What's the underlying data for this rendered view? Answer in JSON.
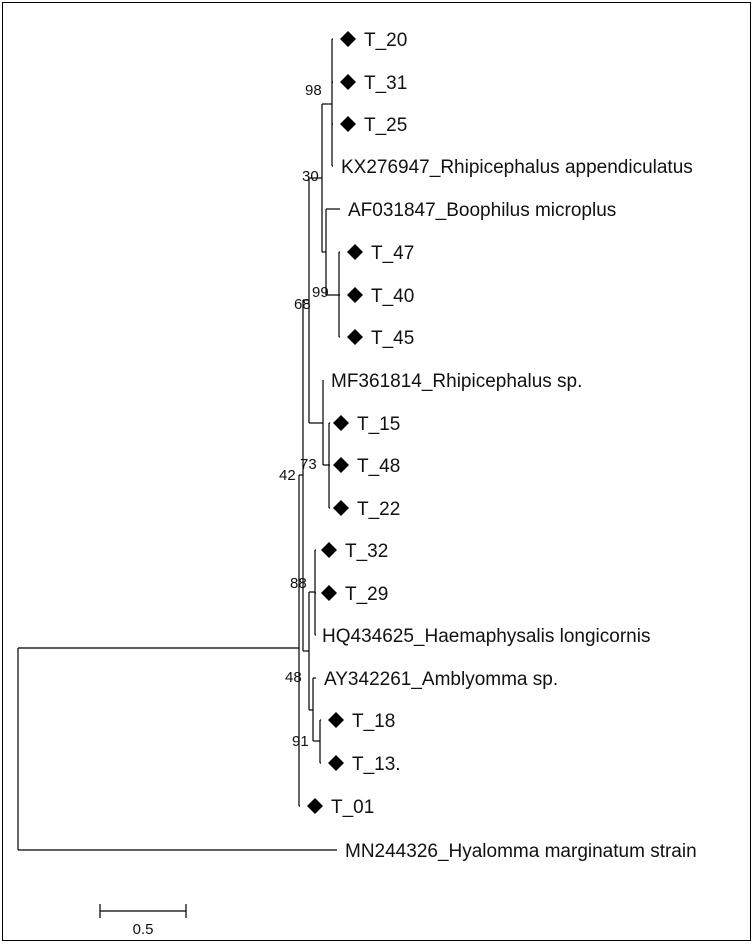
{
  "tree": {
    "leaves": [
      {
        "label": "T_20",
        "marker": "diamond"
      },
      {
        "label": "T_31",
        "marker": "diamond"
      },
      {
        "label": "T_25",
        "marker": "diamond"
      },
      {
        "label": "KX276947_Rhipicephalus appendiculatus",
        "marker": "none"
      },
      {
        "label": "AF031847_Boophilus microplus",
        "marker": "none"
      },
      {
        "label": "T_47",
        "marker": "diamond"
      },
      {
        "label": "T_40",
        "marker": "diamond"
      },
      {
        "label": "T_45",
        "marker": "diamond"
      },
      {
        "label": "MF361814_Rhipicephalus sp.",
        "marker": "none"
      },
      {
        "label": "T_15",
        "marker": "diamond"
      },
      {
        "label": "T_48",
        "marker": "diamond"
      },
      {
        "label": "T_22",
        "marker": "diamond"
      },
      {
        "label": "T_32",
        "marker": "diamond"
      },
      {
        "label": "T_29",
        "marker": "diamond"
      },
      {
        "label": "HQ434625_Haemaphysalis longicornis",
        "marker": "none"
      },
      {
        "label": "AY342261_Amblyomma sp.",
        "marker": "none"
      },
      {
        "label": "T_18",
        "marker": "diamond"
      },
      {
        "label": "T_13.",
        "marker": "diamond"
      },
      {
        "label": "T_01",
        "marker": "diamond"
      },
      {
        "label": "MN244326_Hyalomma marginatum strain",
        "marker": "none"
      }
    ],
    "bootstrap_values": [
      "98",
      "30",
      "99",
      "68",
      "73",
      "42",
      "88",
      "48",
      "91"
    ],
    "scale_bar": {
      "label": "0.5"
    },
    "marker_color": "#000000",
    "line_color": "#000000"
  }
}
